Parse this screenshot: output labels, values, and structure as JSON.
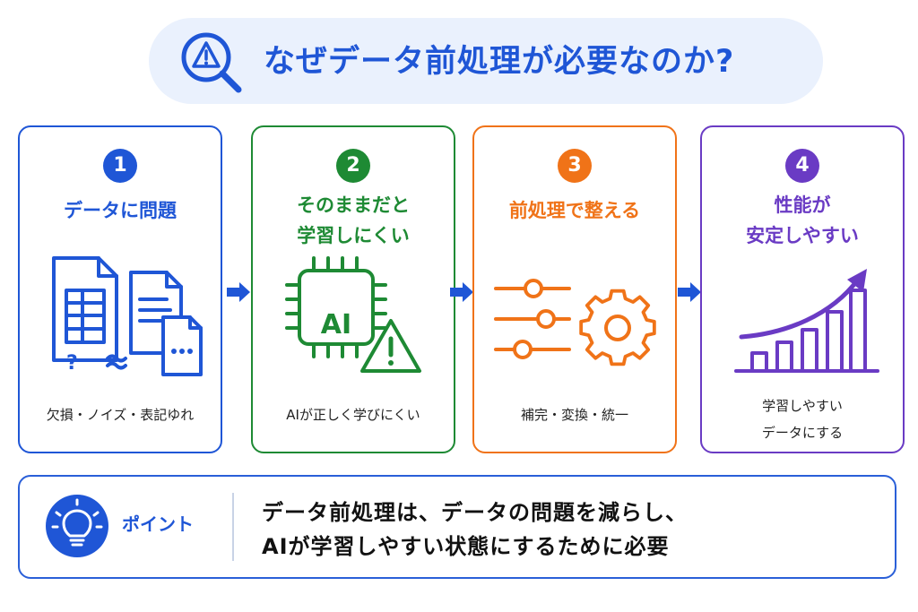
{
  "title": {
    "text": "なぜデータ前処理が必要なのか?",
    "icon": "magnifier-warning-icon",
    "color": "#1f56d6",
    "background": "#eaf1fd"
  },
  "steps": [
    {
      "number": "1",
      "heading": [
        "データに問題"
      ],
      "caption": [
        "欠損・ノイズ・表記ゆれ"
      ],
      "color": "#1f56d6",
      "icon": "documents-icon"
    },
    {
      "number": "2",
      "heading": [
        "そのままだと",
        "学習しにくい"
      ],
      "caption": [
        "AIが正しく学びにくい"
      ],
      "chip_label": "AI",
      "color": "#1e8a34",
      "icon": "ai-chip-warning-icon"
    },
    {
      "number": "3",
      "heading": [
        "前処理で整える"
      ],
      "caption": [
        "補完・変換・統一"
      ],
      "color": "#f07318",
      "icon": "sliders-gear-icon"
    },
    {
      "number": "4",
      "heading": [
        "性能が",
        "安定しやすい"
      ],
      "caption": [
        "学習しやすい",
        "データにする"
      ],
      "color": "#6a3bc4",
      "icon": "growth-chart-icon"
    }
  ],
  "point": {
    "label": "ポイント",
    "lines": [
      "データ前処理は、データの問題を減らし、",
      "AIが学習しやすい状態にするために必要"
    ],
    "icon": "lightbulb-icon",
    "border_color": "#2a5fd8"
  },
  "arrow_color": "#1f56d6"
}
